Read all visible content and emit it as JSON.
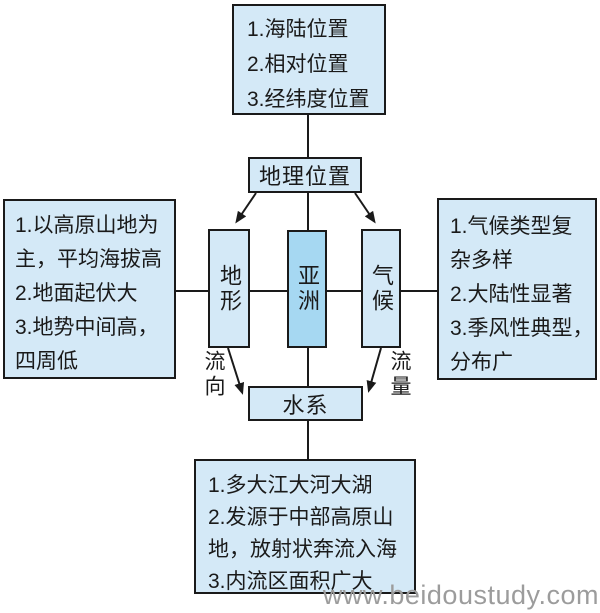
{
  "diagram": {
    "center_node": {
      "label": "亚洲"
    },
    "nodes": {
      "geographic_location": {
        "label": "地理位置"
      },
      "terrain": {
        "label": "地形"
      },
      "climate": {
        "label": "气候"
      },
      "water_system": {
        "label": "水系"
      }
    },
    "edge_labels": {
      "flow_direction": "流向",
      "flow_volume": "流量"
    },
    "info_boxes": {
      "location_details": {
        "lines": [
          "1.海陆位置",
          "2.相对位置",
          "3.经纬度位置"
        ]
      },
      "terrain_details": {
        "lines": [
          "1.以高原山地为",
          "主，平均海拔高",
          "2.地面起伏大",
          "3.地势中间高，",
          "四周低"
        ]
      },
      "climate_details": {
        "lines": [
          "1.气候类型复",
          "杂多样",
          "2.大陆性显著",
          "3.季风性典型，",
          "分布广"
        ]
      },
      "water_system_details": {
        "lines": [
          "1.多大江大河大湖",
          "2.发源于中部高原山",
          "地，放射状奔流入海",
          "3.内流区面积广大"
        ]
      }
    },
    "colors": {
      "box_fill": "#d4e9f7",
      "center_fill": "#a6d8f2",
      "line": "#1a1a1a",
      "watermark": "#9c9c9c"
    },
    "watermark": "www.beidoustudy.com"
  }
}
